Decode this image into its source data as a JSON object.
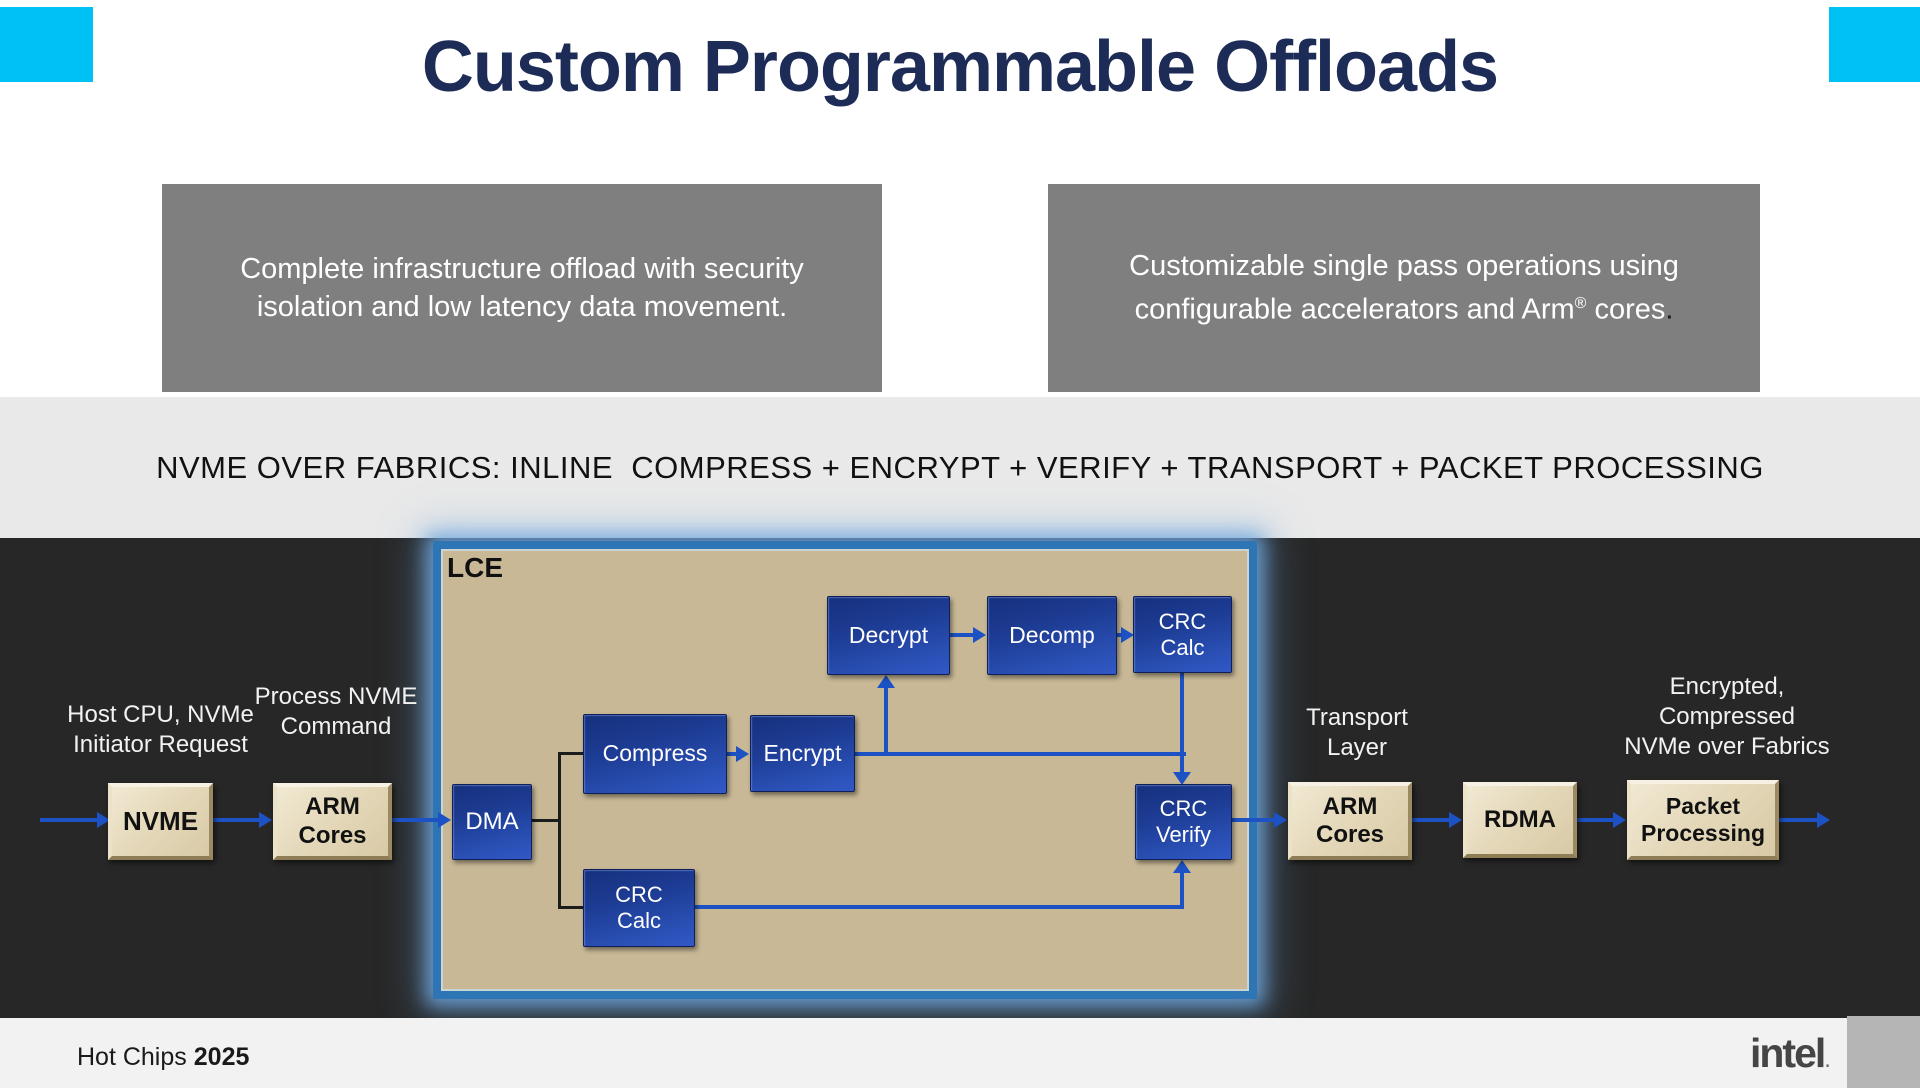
{
  "slide": {
    "title": "Custom Programmable Offloads"
  },
  "callouts": {
    "left": {
      "line1": "Complete infrastructure offload with security",
      "line2": "isolation and low latency data movement."
    },
    "right": {
      "line1": "Customizable single pass operations using",
      "line2_before_sup": "configurable accelerators and Arm",
      "sup": "®",
      "line2_after_sup": " cores",
      "period": "."
    }
  },
  "banner": {
    "text": "NVME OVER FABRICS: INLINE  COMPRESS + ENCRYPT + VERIFY + TRANSPORT + PACKET PROCESSING"
  },
  "diagram": {
    "lce_label": "LCE",
    "nodes": {
      "nvme": "NVME",
      "arm_left": "ARM Cores",
      "dma": "DMA",
      "compress": "Compress",
      "encrypt": "Encrypt",
      "decrypt": "Decrypt",
      "decomp": "Decomp",
      "crc_calc_top": "CRC Calc",
      "crc_verify": "CRC Verify",
      "crc_calc_bottom": "CRC Calc",
      "arm_right": "ARM Cores",
      "rdma": "RDMA",
      "packet_processing": "Packet Processing"
    },
    "labels": {
      "host": [
        "Host CPU, NVMe",
        "Initiator Request"
      ],
      "process": [
        "Process NVME",
        "Command"
      ],
      "transport": [
        "Transport",
        "Layer"
      ],
      "output": [
        "Encrypted,",
        "Compressed",
        "NVMe over Fabrics"
      ]
    }
  },
  "footer": {
    "event": "Hot Chips",
    "year": "2025",
    "logo_text": "intel",
    "logo_dot": "."
  },
  "colors": {
    "accent_cyan": "#00c1f3",
    "title_navy": "#1d2b57",
    "callout_gray": "#7f7f7f",
    "banner_bg": "#e9e9e9",
    "dark_bg": "#272727",
    "lce_fill": "#c8b896",
    "lce_border": "#2e75b5",
    "node_blue": "#2a50b5",
    "node_tan": "#e5d9bb",
    "arrow_blue": "#1d52c4"
  }
}
